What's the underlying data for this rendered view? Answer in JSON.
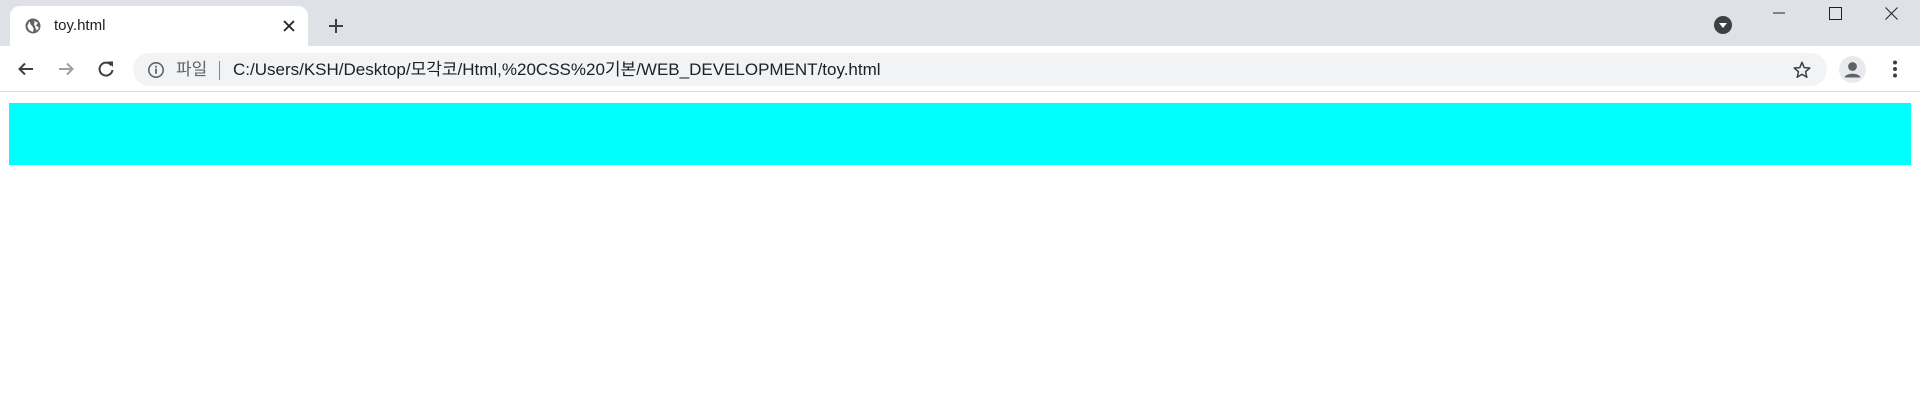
{
  "browser": {
    "tab": {
      "title": "toy.html",
      "favicon": "globe-icon"
    },
    "window_controls": [
      "minimize-icon",
      "maximize-icon",
      "close-icon"
    ],
    "toolbar": {
      "scheme_label": "파일",
      "url": "C:/Users/KSH/Desktop/모각코/Html,%20CSS%20기본/WEB_DEVELOPMENT/toy.html"
    }
  },
  "page": {
    "box": {
      "color": "#00ffff"
    }
  },
  "colors": {
    "tabstrip_bg": "#dee1e6",
    "omnibox_bg": "#f1f3f4",
    "icon": "#5f6368"
  }
}
